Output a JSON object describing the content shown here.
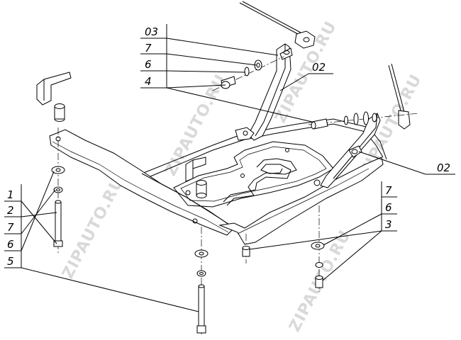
{
  "watermark": {
    "text": "ZIPAUTO.RU"
  },
  "callouts": {
    "group_top": {
      "rows": [
        "03",
        "7",
        "6",
        "4"
      ]
    },
    "label_02_upper": {
      "text": "02"
    },
    "label_02_right": {
      "text": "02"
    },
    "group_left": {
      "rows": [
        "1",
        "2",
        "7",
        "6",
        "5"
      ]
    },
    "group_right": {
      "rows": [
        "7",
        "6",
        "3"
      ]
    }
  }
}
